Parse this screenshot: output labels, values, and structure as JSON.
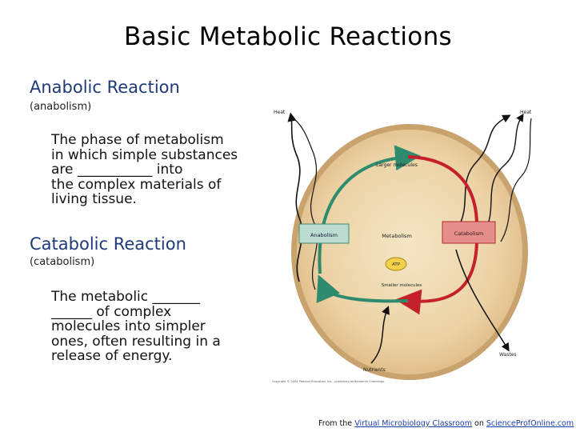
{
  "title": "Basic Metabolic Reactions",
  "anabolic": {
    "heading": "Anabolic Reaction",
    "paren": "(anabolism)",
    "lines": [
      "The phase of metabolism",
      "in which simple substances",
      "are ___________ into",
      "the complex materials of",
      "living tissue."
    ]
  },
  "catabolic": {
    "heading": "Catabolic Reaction",
    "paren": "(catabolism)",
    "lines": [
      "The metabolic _______",
      "______ of complex",
      "molecules into simpler",
      "ones, often resulting in a",
      "release of energy."
    ]
  },
  "figure": {
    "heat_left": "Heat",
    "heat_right": "Heat",
    "larger_molecules": "Larger molecules",
    "anabolism": "Anabolism",
    "metabolism": "Metabolism",
    "catabolism": "Catabolism",
    "atp": "ATP",
    "smaller_molecules": "Smaller molecules",
    "wastes": "Wastes",
    "nutrients": "Nutrients",
    "copyright": "Copyright © 2004 Pearson Education, Inc., publishing as Benjamin Cummings."
  },
  "footer": {
    "prefix": "From the",
    "link1": "Virtual Microbiology Classroom",
    "middle": "on",
    "link2": "ScienceProfOnline.com"
  }
}
